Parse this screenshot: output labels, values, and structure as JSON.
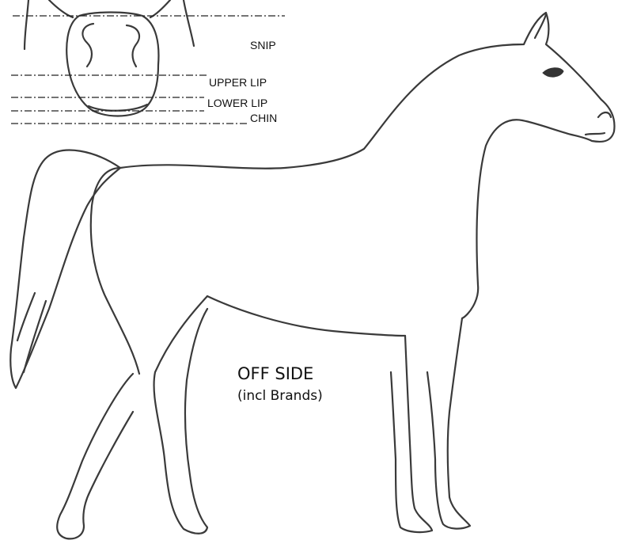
{
  "face_markings": {
    "labels": [
      "SNIP",
      "UPPER LIP",
      "LOWER LIP",
      "CHIN"
    ]
  },
  "body_view": {
    "title": "OFF SIDE",
    "subtitle": "(incl Brands)"
  }
}
